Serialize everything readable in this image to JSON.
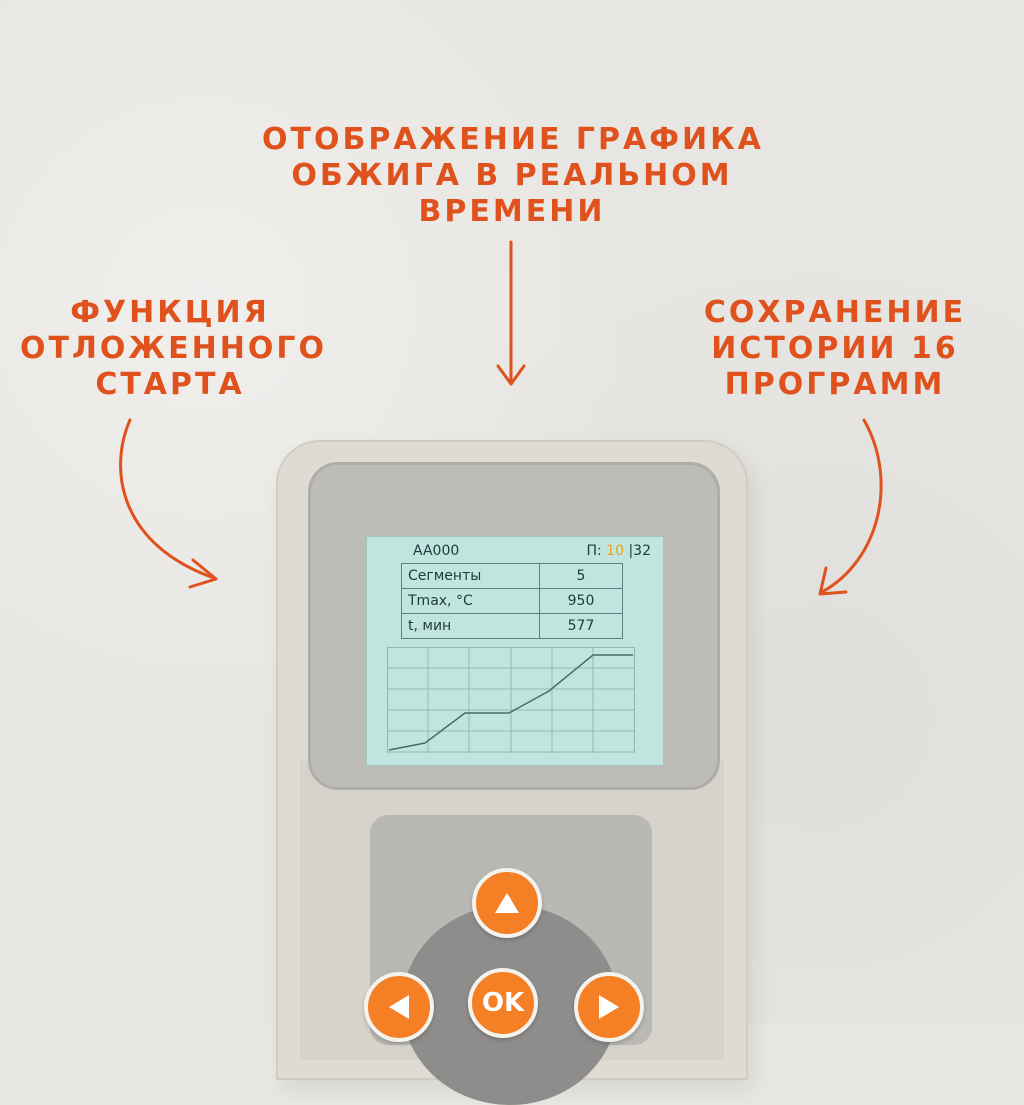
{
  "captions": {
    "top": [
      "ОТОБРАЖЕНИЕ ГРАФИКА",
      "ОБЖИГА В РЕАЛЬНОМ",
      "ВРЕМЕНИ"
    ],
    "left": [
      "ФУНКЦИЯ",
      "ОТЛОЖЕННОГО",
      "СТАРТА"
    ],
    "right": [
      "СОХРАНЕНИЕ",
      "ИСТОРИИ 16",
      "ПРОГРАММ"
    ]
  },
  "colors": {
    "caption": "#e0521d",
    "button": "#f47f25",
    "lcd": "#bfe5de",
    "counter_current": "#e8a21a"
  },
  "screen": {
    "program_name": "AA000",
    "counter_label": "П:",
    "counter_current": "10",
    "counter_separator": "|",
    "counter_total": "32",
    "table": [
      {
        "label": "Сегменты",
        "value": "5"
      },
      {
        "label": "Tmax, °C",
        "value": "950"
      },
      {
        "label": "t, мин",
        "value": "577"
      }
    ]
  },
  "keys": {
    "up_icon": "arrow-up-icon",
    "left_icon": "arrow-left-icon",
    "right_icon": "arrow-right-icon",
    "ok_label": "OK"
  }
}
